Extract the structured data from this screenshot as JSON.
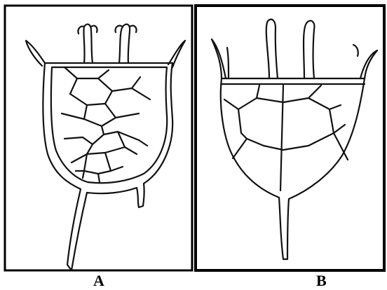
{
  "figure": {
    "panels": [
      {
        "id": "A",
        "label": "A"
      },
      {
        "id": "B",
        "label": "B"
      }
    ],
    "colors": {
      "ink": "#111111",
      "frame": "#000000",
      "background": "#ffffff"
    }
  }
}
